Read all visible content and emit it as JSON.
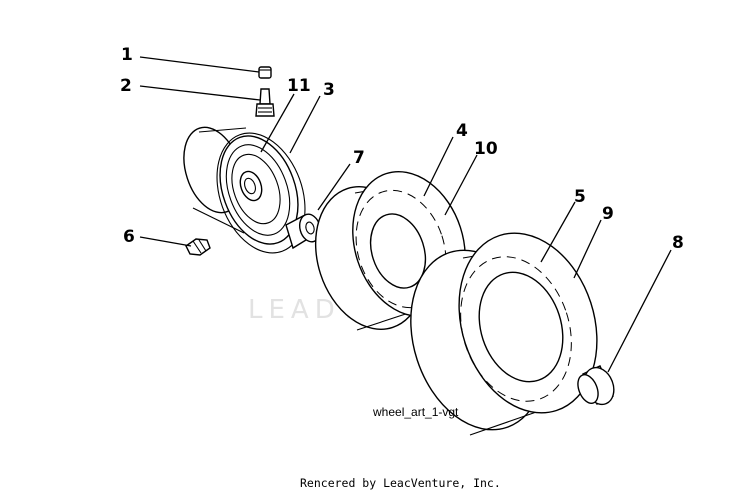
{
  "diagram": {
    "caption": "wheel_art_1-vgt",
    "credit": "Rencered by LeacVenture, Inc.",
    "watermark": "LEADVENTURE",
    "callouts": [
      "1",
      "2",
      "3",
      "4",
      "5",
      "6",
      "7",
      "8",
      "9",
      "10",
      "11"
    ]
  }
}
